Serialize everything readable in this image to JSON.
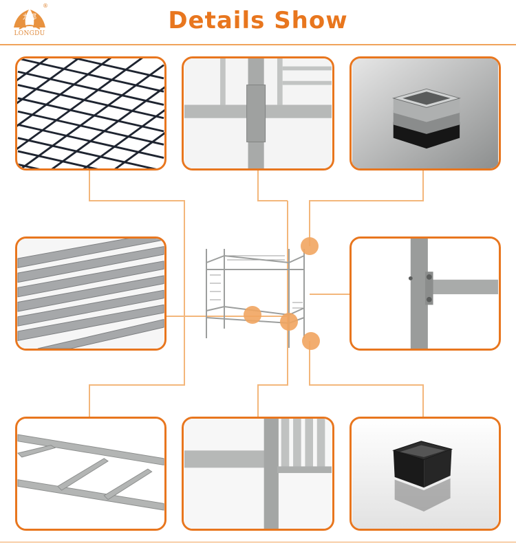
{
  "header": {
    "logo_cn": "龙都",
    "logo_text": "LONGDU",
    "registered_mark": "®",
    "title": "Details Show"
  },
  "colors": {
    "accent": "#e8761e",
    "line": "#f3b67a",
    "dot": "#f1a560",
    "metal": "#b7b9b8"
  }
}
